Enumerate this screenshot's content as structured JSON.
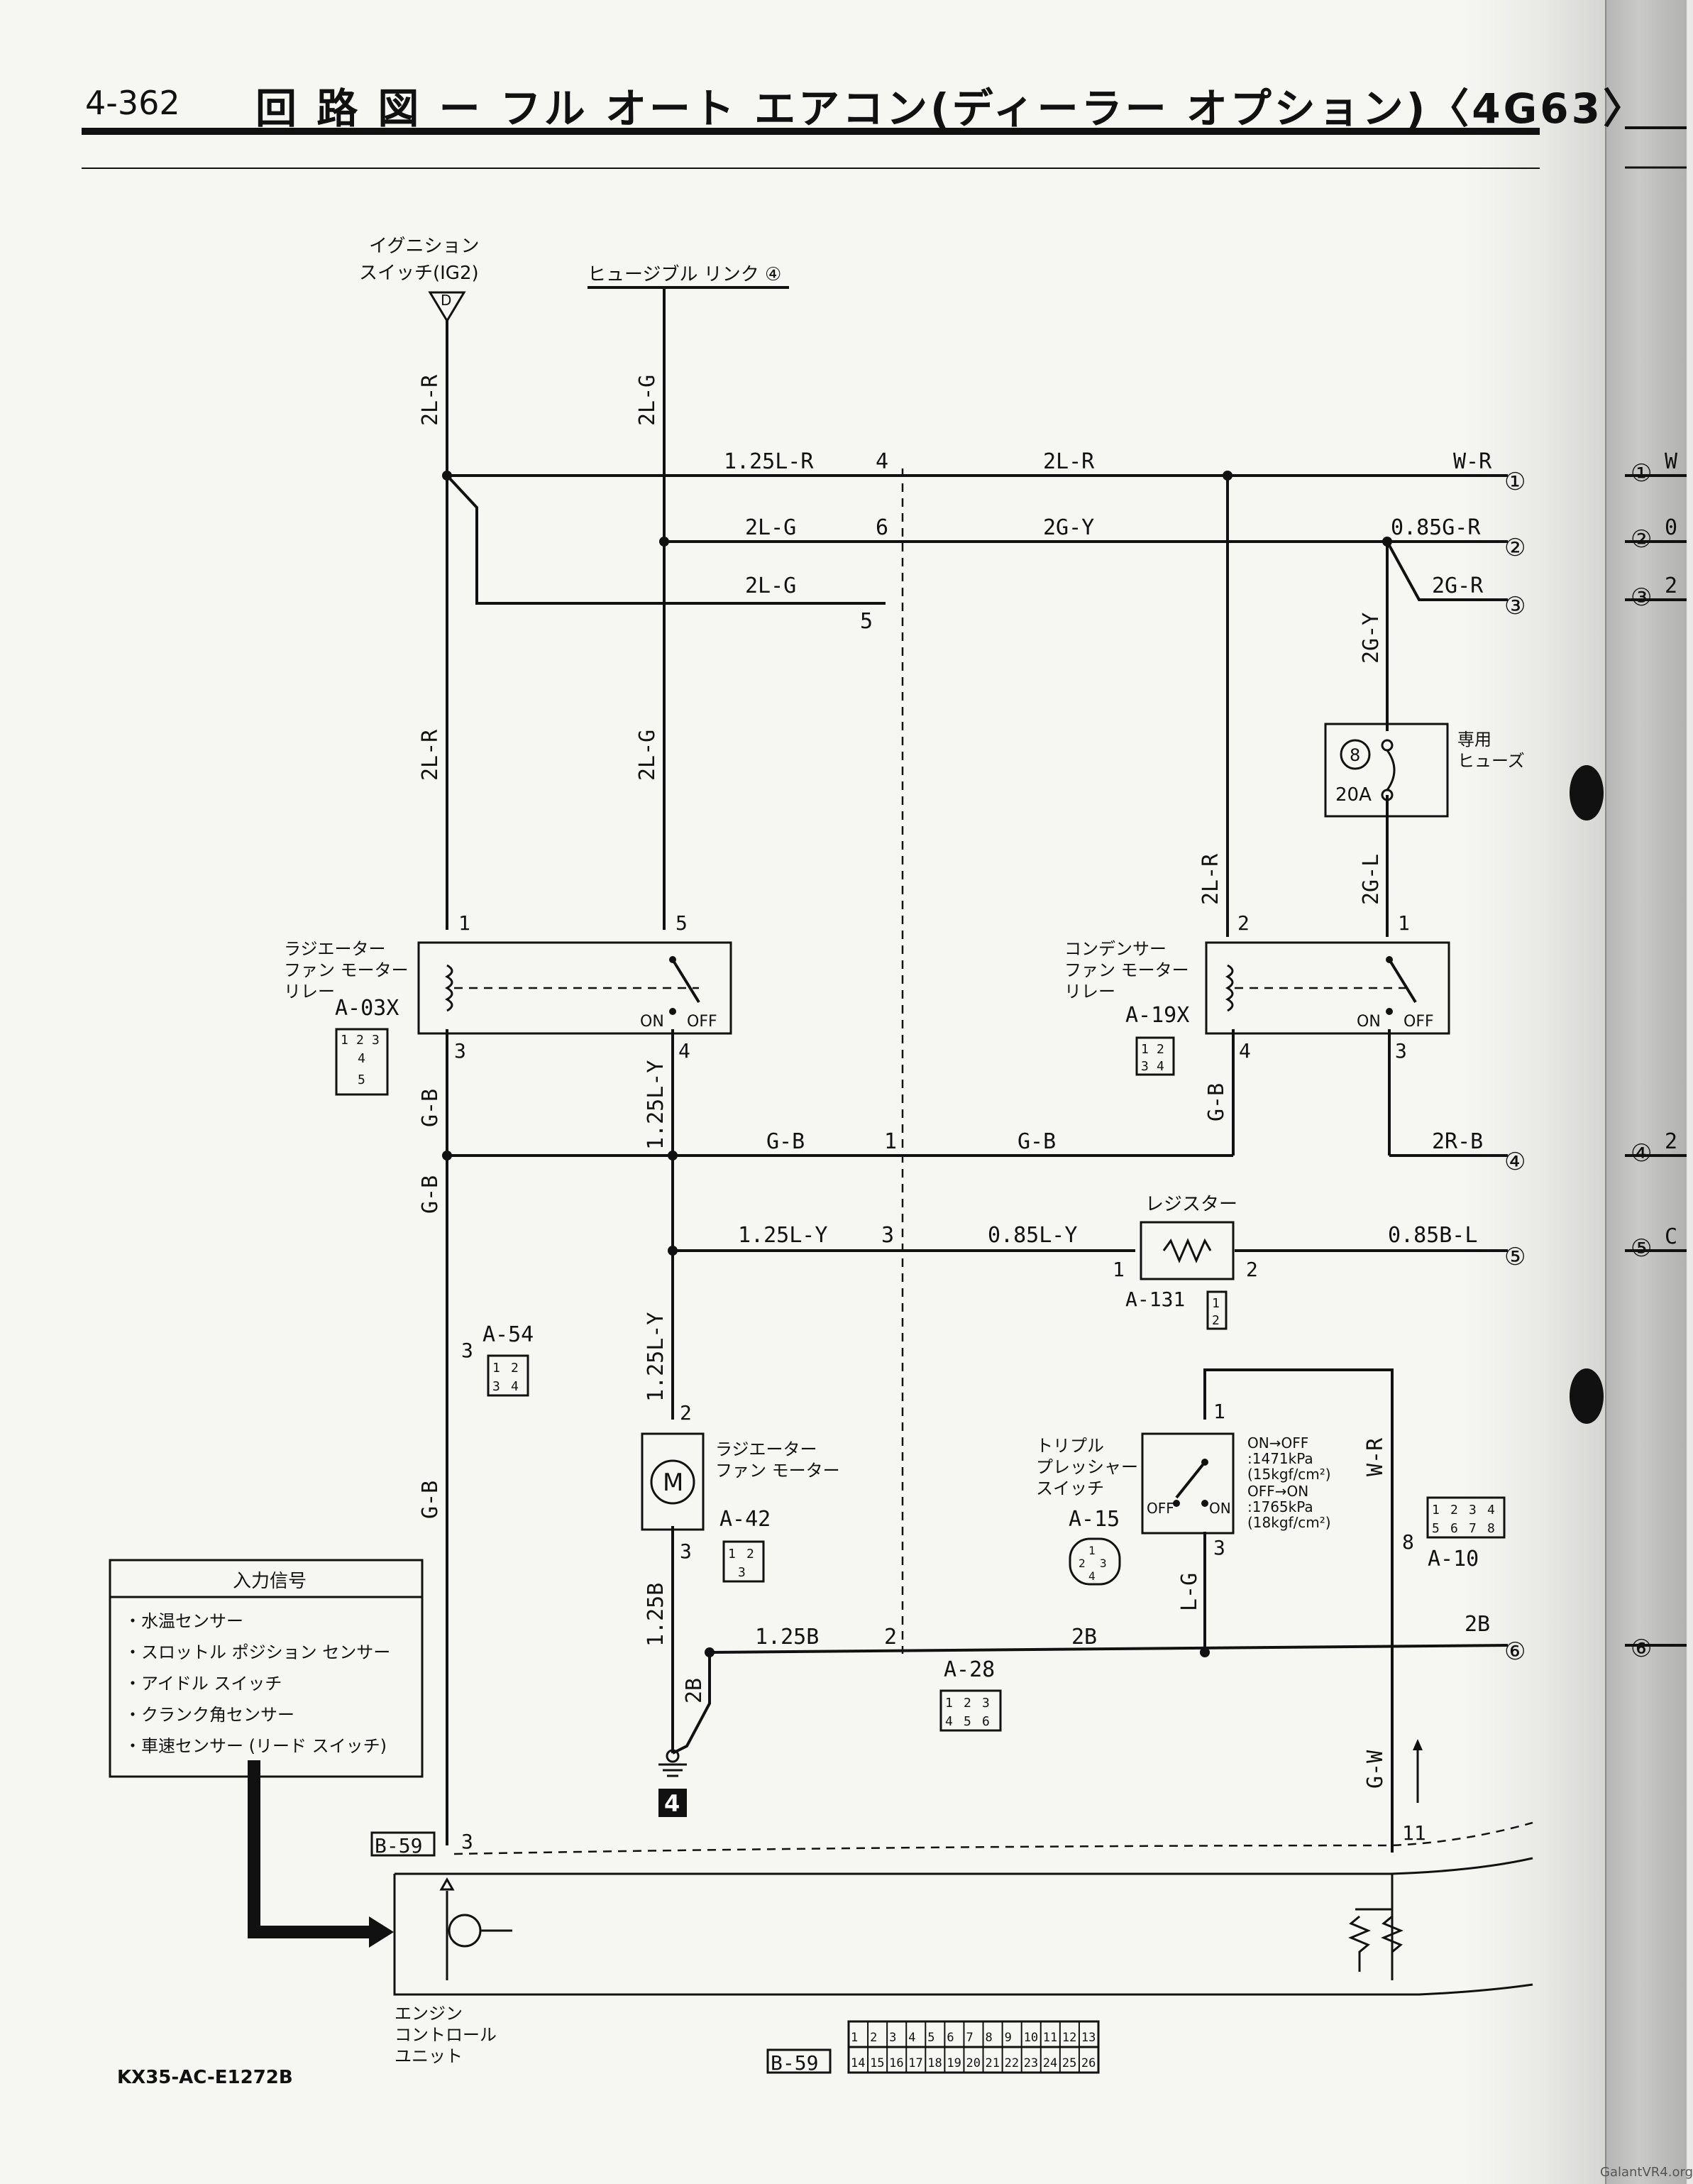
{
  "header": {
    "page_number": "4-362",
    "title": "回 路 図 ー フル オート エアコン(ディーラー オプション)〈4G63〉"
  },
  "footer": {
    "code": "KX35-AC-E1272B",
    "watermark": "GalantVR4.org"
  },
  "sources": {
    "ignition_line1": "イグニション",
    "ignition_line2": "スイッチ(IG2)",
    "ignition_pin": "D",
    "fusible_link": "ヒュージブル リンク ④"
  },
  "wires": {
    "ig_vertical": "2L-R",
    "fl_vertical": "2L-G",
    "row1_left": "1.25L-R",
    "row1_pin": "4",
    "row1_mid": "2L-R",
    "row1_right": "W-R",
    "row2_left": "2L-G",
    "row2_pin": "6",
    "row2_mid": "2G-Y",
    "row2_right": "0.85G-R",
    "row3_left": "2L-G",
    "row3_pin": "5",
    "row3_right": "2G-R",
    "ig_vertical2": "2L-R",
    "fl_vertical2": "2L-G",
    "fuse_in": "2G-Y",
    "fuse_out": "2G-L",
    "cond_relay_in": "2L-R",
    "rad_relay_out_left": "G-B",
    "rad_relay_out_right": "1.25L-Y",
    "row4_left": "G-B",
    "row4_pin": "1",
    "row4_mid": "G-B",
    "row4_right": "2R-B",
    "cond_relay_out_left": "G-B",
    "gb_vertical": "G-B",
    "gb_vertical2": "G-B",
    "row5_left": "1.25L-Y",
    "row5_pin": "3",
    "row5_mid": "0.85L-Y",
    "row5_right": "0.85B-L",
    "motor_in": "1.25L-Y",
    "motor_out": "1.25B",
    "row6_left": "1.25B",
    "row6_pin": "2",
    "row6_mid": "2B",
    "row6_right": "2B",
    "ground_lead": "2B",
    "switch_out": "L-G",
    "switch_wr": "W-R",
    "ecu_gw": "G-W"
  },
  "terminals": [
    "①",
    "②",
    "③",
    "④",
    "⑤",
    "⑥"
  ],
  "next_page_labels": [
    "W",
    "0",
    "2",
    "2",
    "C",
    ""
  ],
  "components": {
    "rad_relay": {
      "name_lines": [
        "ラジエーター",
        "ファン モーター",
        "リレー"
      ],
      "id": "A-03X",
      "pins": [
        "1",
        "5",
        "3",
        "4"
      ],
      "on": "ON",
      "off": "OFF",
      "connector": [
        "1",
        "2",
        "3",
        "4",
        "5"
      ]
    },
    "cond_relay": {
      "name_lines": [
        "コンデンサー",
        "ファン モーター",
        "リレー"
      ],
      "id": "A-19X",
      "pins": [
        "2",
        "1",
        "4",
        "3"
      ],
      "on": "ON",
      "off": "OFF",
      "connector": [
        "1",
        "2",
        "3",
        "4"
      ]
    },
    "fuse": {
      "number": "8",
      "rating": "20A",
      "name_lines": [
        "専用",
        "ヒューズ"
      ]
    },
    "resistor": {
      "name": "レジスター",
      "id": "A-131",
      "pins": [
        "1",
        "2"
      ],
      "connector": [
        "1",
        "2"
      ]
    },
    "a54": {
      "id": "A-54",
      "pin": "3",
      "connector": [
        "1",
        "2",
        "3",
        "4"
      ]
    },
    "motor": {
      "name_lines": [
        "ラジエーター",
        "ファン モーター"
      ],
      "id": "A-42",
      "symbol": "M",
      "pins": [
        "2",
        "3"
      ],
      "connector": [
        "1",
        "2",
        "3"
      ]
    },
    "a28": {
      "id": "A-28",
      "connector": [
        "1",
        "2",
        "3",
        "4",
        "5",
        "6"
      ]
    },
    "triple_switch": {
      "name_lines": [
        "トリプル",
        "プレッシャー",
        "スイッチ"
      ],
      "id": "A-15",
      "pins": [
        "1",
        "3"
      ],
      "off": "OFF",
      "on": "ON",
      "spec_lines": [
        "ON→OFF",
        ":1471kPa",
        "(15kgf/cm²)",
        "OFF→ON",
        ":1765kPa",
        "(18kgf/cm²)"
      ],
      "connector": [
        "1",
        "2",
        "3",
        "4"
      ]
    },
    "a10": {
      "id": "A-10",
      "pin": "8",
      "connector": [
        "1",
        "2",
        "3",
        "4",
        "5",
        "6",
        "7",
        "8"
      ]
    },
    "ground": {
      "number": "4"
    },
    "ecu": {
      "name_lines": [
        "エンジン",
        "コントロール",
        "ユニット"
      ],
      "connector_id": "B-59",
      "pins": [
        "3",
        "11"
      ],
      "connector_pins_top": [
        "1",
        "2",
        "3",
        "4",
        "5",
        "6",
        "7",
        "8",
        "9",
        "10",
        "11",
        "12",
        "13"
      ],
      "connector_pins_bottom": [
        "14",
        "15",
        "16",
        "17",
        "18",
        "19",
        "20",
        "21",
        "22",
        "23",
        "24",
        "25",
        "26"
      ]
    }
  },
  "input_signals": {
    "title": "入力信号",
    "items": [
      "・水温センサー",
      "・スロットル ポジション センサー",
      "・アイドル スイッチ",
      "・クランク角センサー",
      "・車速センサー (リード スイッチ)"
    ]
  }
}
